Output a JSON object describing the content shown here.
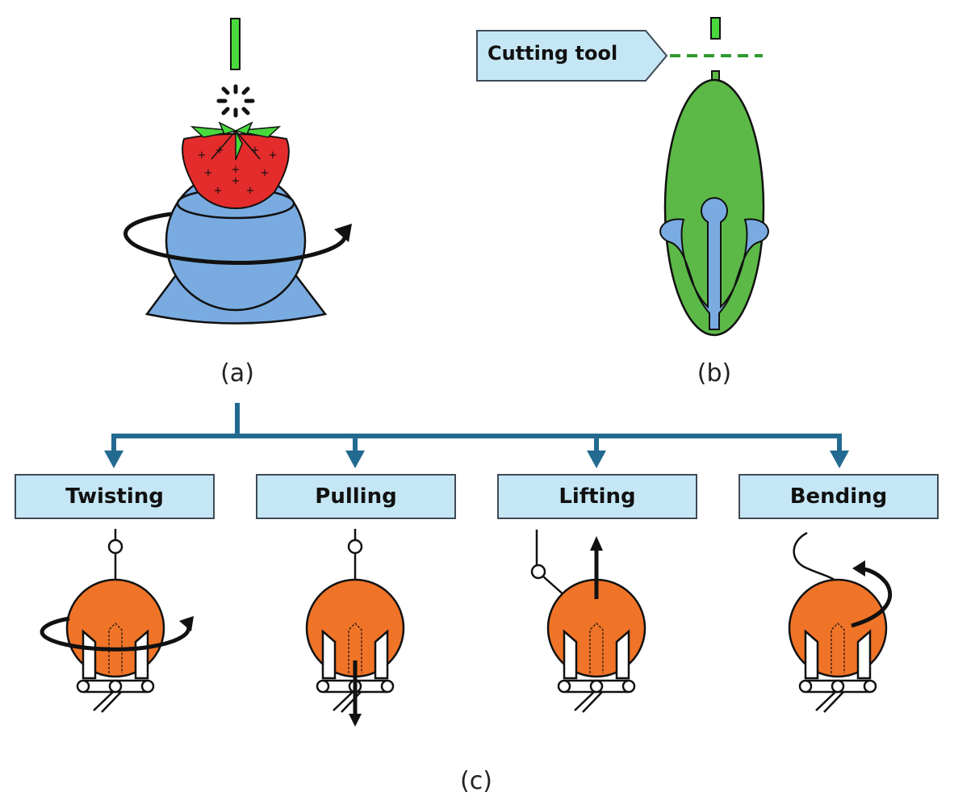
{
  "panels": {
    "a": {
      "caption": "(a)"
    },
    "b": {
      "caption": "(b)",
      "tool_label": "Cutting tool"
    },
    "c": {
      "caption": "(c)"
    }
  },
  "methods": [
    {
      "label": "Twisting"
    },
    {
      "label": "Pulling"
    },
    {
      "label": "Lifting"
    },
    {
      "label": "Bending"
    }
  ],
  "colors": {
    "box_fill": "#c5e7f5",
    "blue_part": "#79abe0",
    "green_leaf": "#5cb947",
    "strawberry_red": "#e42c2c",
    "fruit_orange": "#f07427",
    "arrow_blue": "#236a90",
    "dash_green": "#2f9a2f"
  }
}
